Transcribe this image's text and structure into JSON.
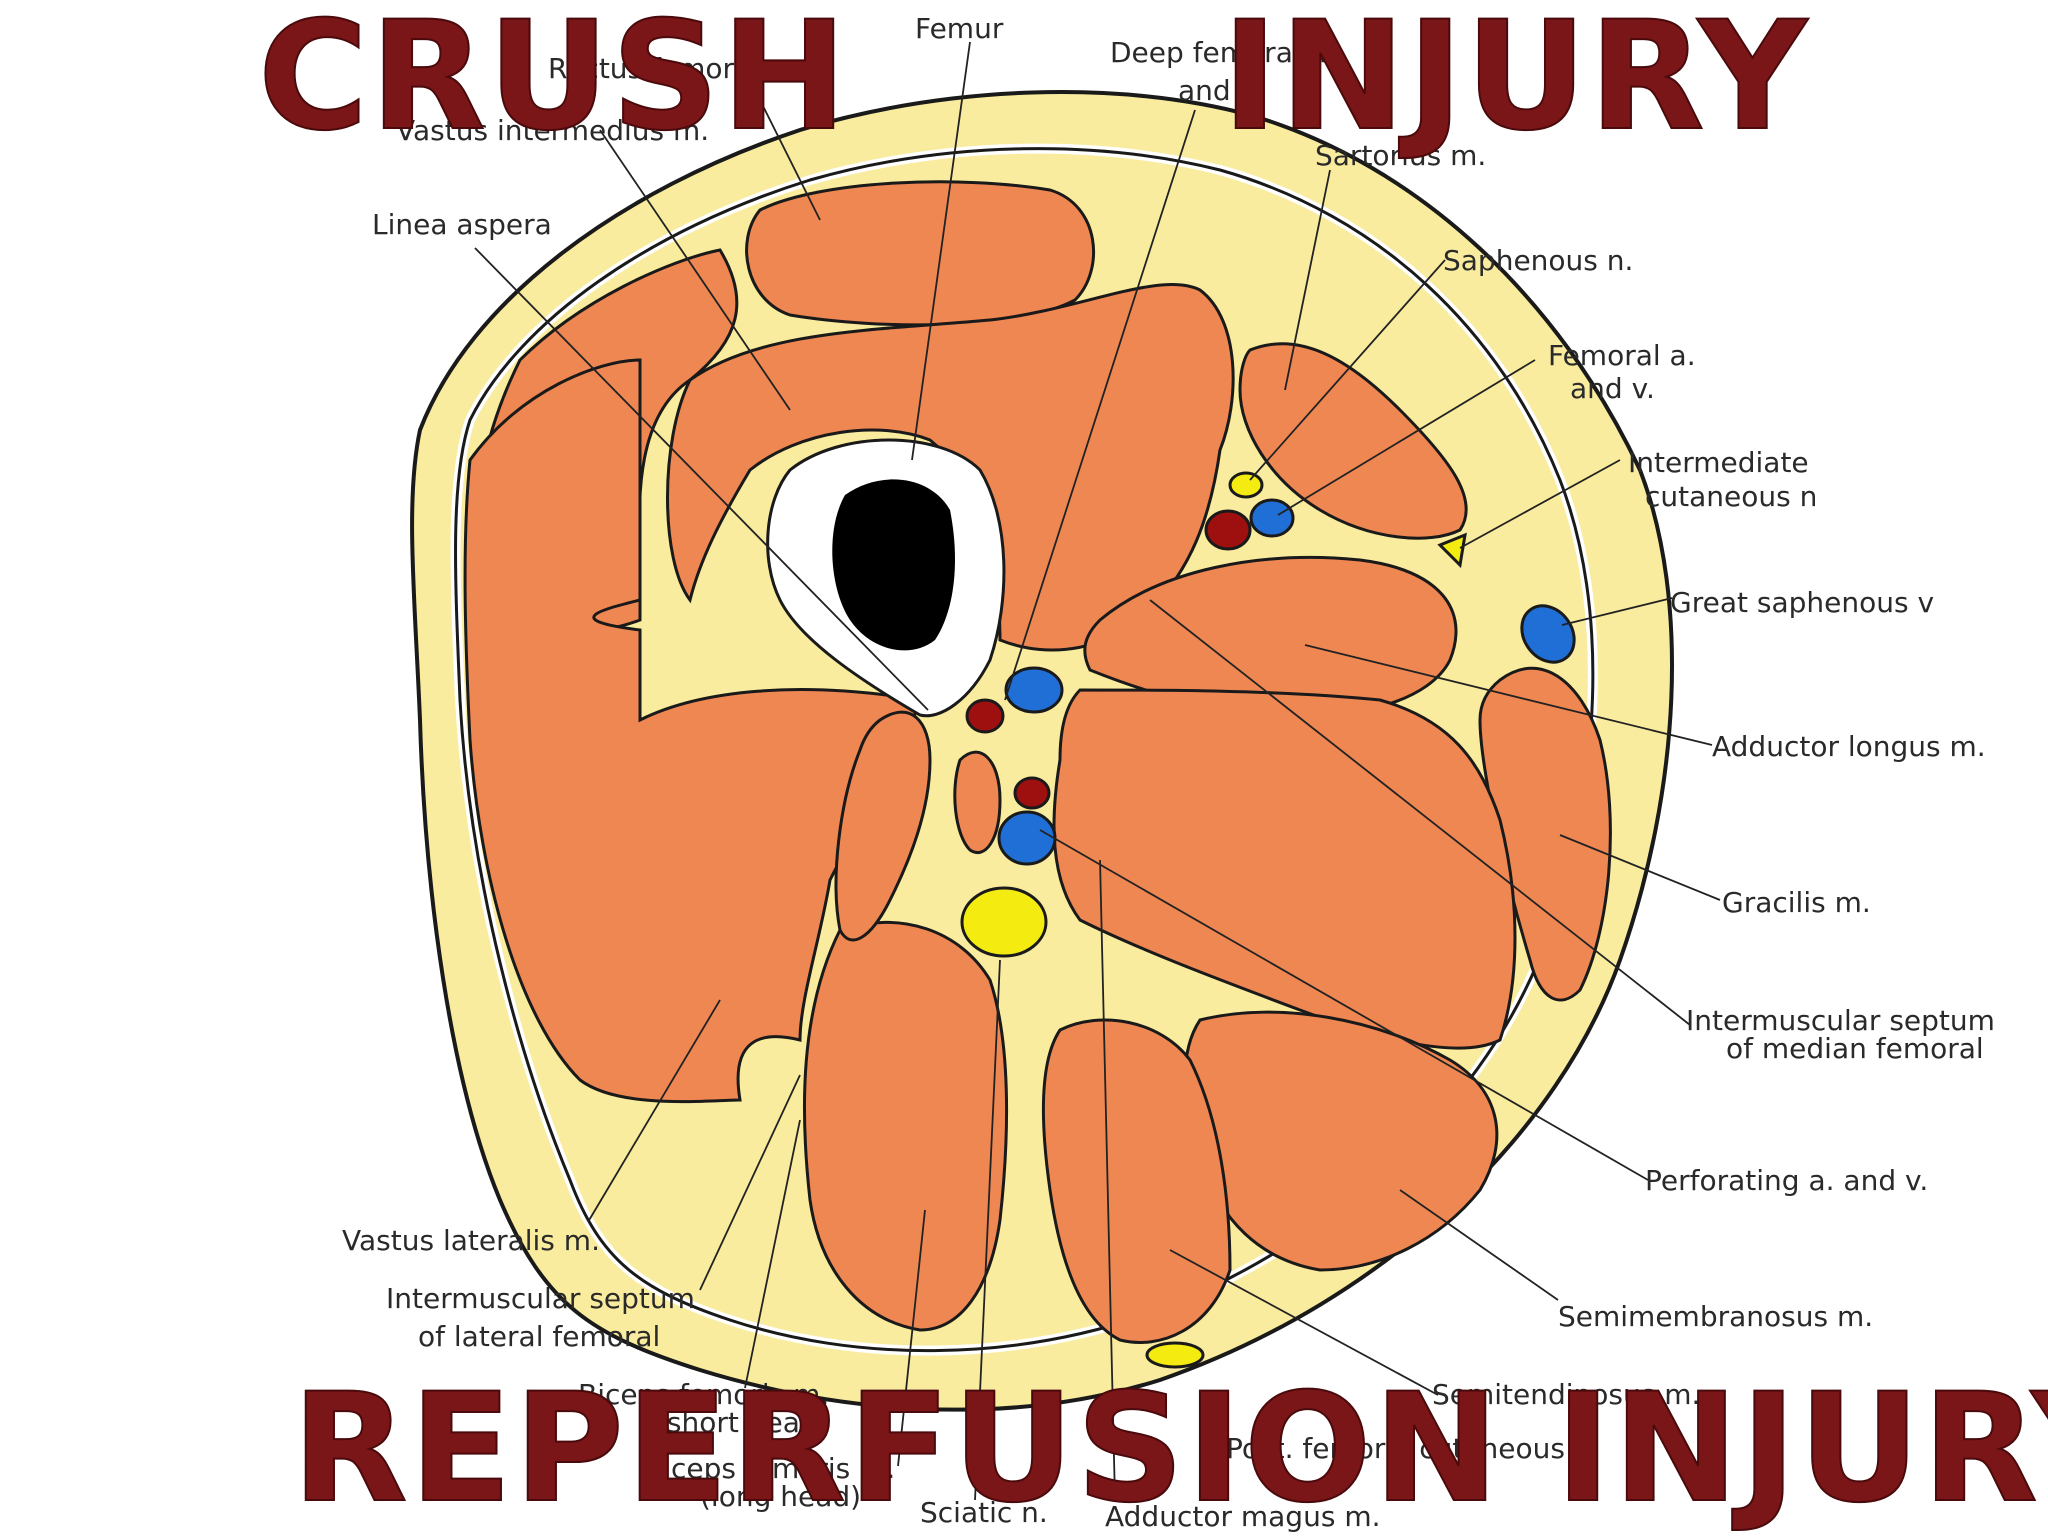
{
  "titles": {
    "word1": "CRUSH",
    "word2": "INJURY",
    "bottom": "REPERFUSION INJURY"
  },
  "labels": {
    "rectus_femoris": "Rectus femoris m.",
    "femur": "Femur",
    "deep_femoral_1": "Deep femoral a.",
    "deep_femoral_2": "and v.",
    "vastus_intermedius": "Vastus intermedius m.",
    "sartorius": "Sartorius m.",
    "linea_aspera": "Linea aspera",
    "saphenous_n": "Saphenous n.",
    "femoral_av_1": "Femoral a.",
    "femoral_av_2": "and v.",
    "intermediate_cut_1": "Intermediate",
    "intermediate_cut_2": "cutaneous n",
    "great_saphenous": "Great saphenous v",
    "adductor_longus": "Adductor longus m.",
    "gracilis": "Gracilis m.",
    "septum_median_1": "Intermuscular septum",
    "septum_median_2": "of median femoral",
    "perforating": "Perforating a. and v.",
    "vastus_lateralis": "Vastus lateralis m.",
    "septum_lateral_1": "Intermuscular septum",
    "septum_lateral_2": "of lateral femoral",
    "semimembranosus": "Semimembranosus m.",
    "biceps_short_1": "Biceps femoris m.",
    "biceps_short_2": "(short head)",
    "semitendinosus": "Semitendinosus m.",
    "biceps_long_1": "Biceps femoris m.",
    "biceps_long_2": "(long head)",
    "post_femoral_cut": "Post. femoral cutaneous n.",
    "sciatic": "Sciatic n.",
    "adductor_magnus": "Adductor magus m."
  },
  "colors": {
    "muscle": "#ef8753",
    "fat": "#f9ec9e",
    "artery": "#9e0f10",
    "vein": "#1f6fd6",
    "nerve": "#f4ec10",
    "title": "#7a1518"
  }
}
